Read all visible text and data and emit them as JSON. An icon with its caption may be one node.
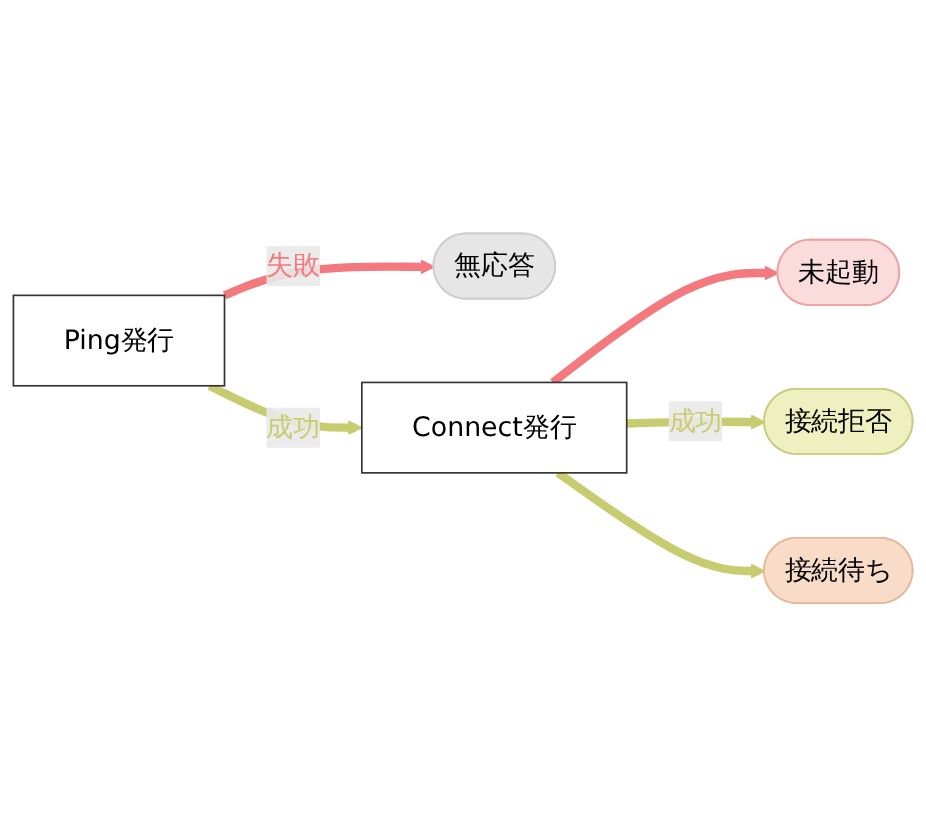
{
  "diagram": {
    "nodes": [
      {
        "text": [
          "Ping発行"
        ]
      },
      {
        "text": [
          "無応答"
        ]
      },
      {
        "text": [
          "Connect発行"
        ]
      },
      {
        "text": [
          "未起動"
        ]
      },
      {
        "text": [
          "接続拒否"
        ]
      },
      {
        "text": [
          "接続待ち"
        ]
      }
    ],
    "edges": [
      {
        "from": 0,
        "to": 1,
        "arrow": "to",
        "label": "失敗",
        "color": "#f4797e"
      },
      {
        "from": 0,
        "to": 2,
        "arrow": "to",
        "label": "成功"
      },
      {
        "from": 2,
        "to": 3,
        "arrow": "to",
        "color": "#f4797e"
      },
      {
        "from": 2,
        "to": 4,
        "arrow": "to",
        "label": "成功"
      },
      {
        "from": 2,
        "to": 5,
        "arrow": "to"
      }
    ]
  }
}
